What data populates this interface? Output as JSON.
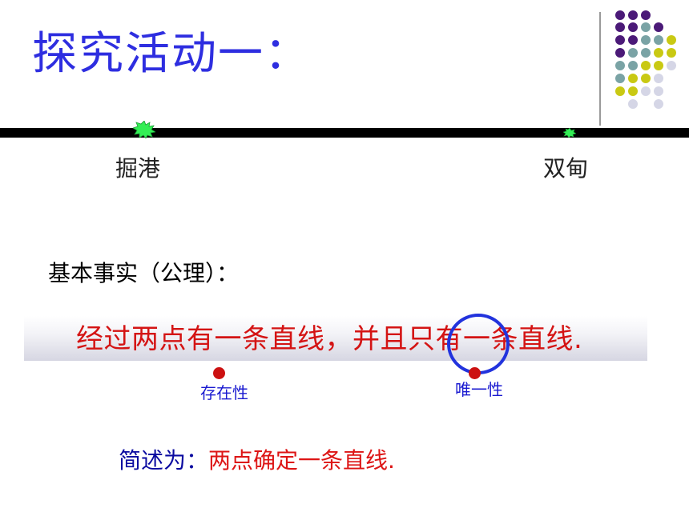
{
  "title": "探究活动一：",
  "colors": {
    "title": "#2e2ee0",
    "purple_dot": "#4b1a78",
    "teal_dot": "#7aa3a5",
    "yellow_dot": "#c9c913",
    "lavender_dot": "#d5d6e6",
    "accent_green": "#33ee55",
    "fact_red": "#d41414",
    "circle_blue": "#2233dd"
  },
  "map": {
    "place_left": "掘港",
    "place_right": "双甸"
  },
  "fact_label": "基本事实（公理）：",
  "fact": "经过两点有一条直线，并且只有一条直线.",
  "notes": {
    "existence": "存在性",
    "uniqueness": "唯一性"
  },
  "summary": {
    "label": "简述为：",
    "text": "两点确定一条直线."
  }
}
